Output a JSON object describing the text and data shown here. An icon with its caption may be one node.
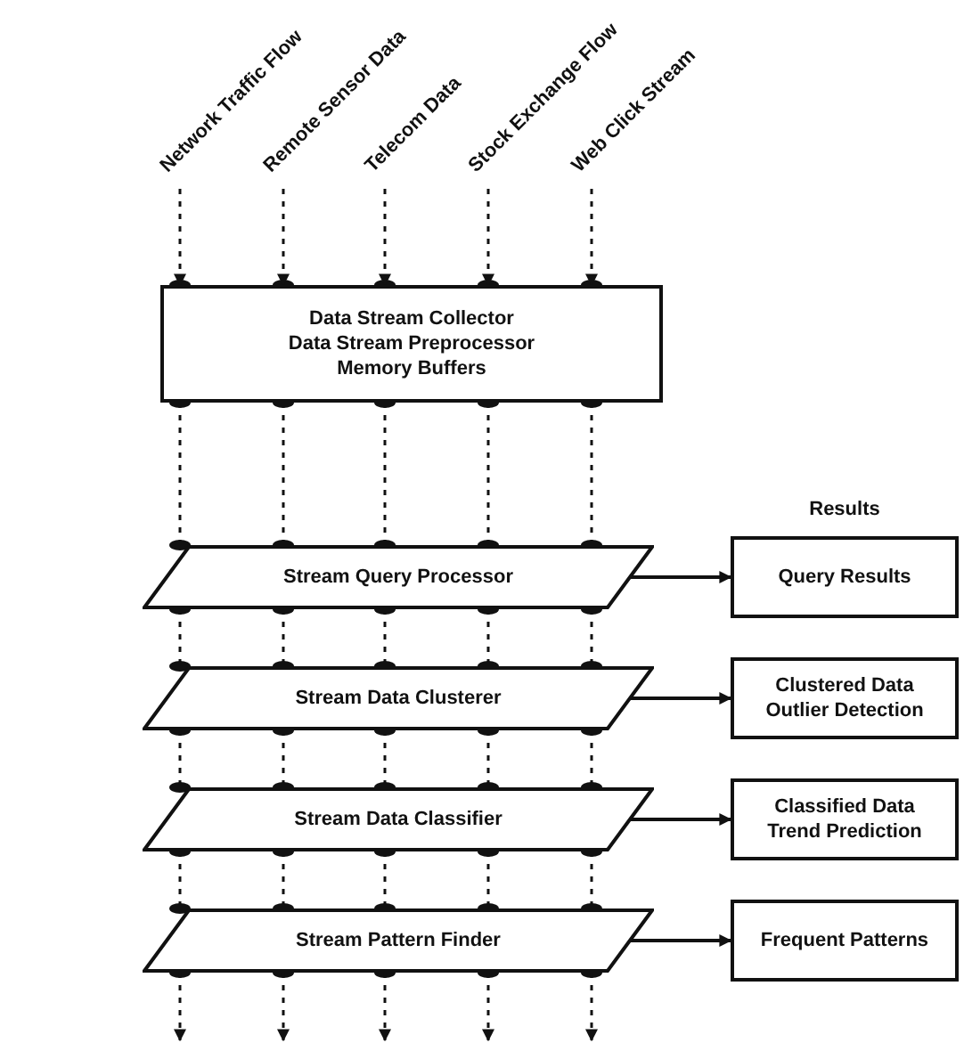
{
  "diagram": {
    "nodes": [
      {
        "text": [
          "Network Traffic Flow"
        ]
      },
      {
        "text": [
          "Remote Sensor Data"
        ]
      },
      {
        "text": [
          "Telecom Data"
        ]
      },
      {
        "text": [
          "Stock Exchange Flow"
        ]
      },
      {
        "text": [
          "Web Click Stream"
        ]
      },
      {
        "text": [
          "Data Stream Collector",
          "Data Stream Preprocessor",
          "Memory Buffers"
        ]
      },
      {
        "text": [
          "Stream Query Processor"
        ]
      },
      {
        "text": [
          "Stream Data Clusterer"
        ]
      },
      {
        "text": [
          "Stream Data Classifier"
        ]
      },
      {
        "text": [
          "Stream Pattern Finder"
        ]
      },
      {
        "text": [
          "Query Results"
        ]
      },
      {
        "text": [
          "Clustered Data",
          "Outlier Detection"
        ]
      },
      {
        "text": [
          "Classified Data",
          "Trend Prediction"
        ]
      },
      {
        "text": [
          "Frequent Patterns"
        ]
      }
    ],
    "edges": [
      {
        "from": 0,
        "to": 5,
        "arrow": "to",
        "style": "dashed"
      },
      {
        "from": 1,
        "to": 5,
        "arrow": "to",
        "style": "dashed"
      },
      {
        "from": 2,
        "to": 5,
        "arrow": "to",
        "style": "dashed"
      },
      {
        "from": 3,
        "to": 5,
        "arrow": "to",
        "style": "dashed"
      },
      {
        "from": 4,
        "to": 5,
        "arrow": "to",
        "style": "dashed"
      },
      {
        "from": 5,
        "to": 6,
        "arrow": "other",
        "style": "dashed"
      },
      {
        "from": 5,
        "to": 6,
        "arrow": "other",
        "style": "dashed"
      },
      {
        "from": 5,
        "to": 6,
        "arrow": "other",
        "style": "dashed"
      },
      {
        "from": 5,
        "to": 6,
        "arrow": "other",
        "style": "dashed"
      },
      {
        "from": 5,
        "to": 6,
        "arrow": "other",
        "style": "dashed"
      },
      {
        "from": 6,
        "to": 7,
        "arrow": "other",
        "style": "dashed"
      },
      {
        "from": 6,
        "to": 7,
        "arrow": "other",
        "style": "dashed"
      },
      {
        "from": 6,
        "to": 7,
        "arrow": "other",
        "style": "dashed"
      },
      {
        "from": 6,
        "to": 7,
        "arrow": "other",
        "style": "dashed"
      },
      {
        "from": 6,
        "to": 7,
        "arrow": "other",
        "style": "dashed"
      },
      {
        "from": 7,
        "to": 8,
        "arrow": "other",
        "style": "dashed"
      },
      {
        "from": 7,
        "to": 8,
        "arrow": "other",
        "style": "dashed"
      },
      {
        "from": 7,
        "to": 8,
        "arrow": "other",
        "style": "dashed"
      },
      {
        "from": 7,
        "to": 8,
        "arrow": "other",
        "style": "dashed"
      },
      {
        "from": 7,
        "to": 8,
        "arrow": "other",
        "style": "dashed"
      },
      {
        "from": 8,
        "to": 9,
        "arrow": "other",
        "style": "dashed"
      },
      {
        "from": 8,
        "to": 9,
        "arrow": "other",
        "style": "dashed"
      },
      {
        "from": 8,
        "to": 9,
        "arrow": "other",
        "style": "dashed"
      },
      {
        "from": 8,
        "to": 9,
        "arrow": "other",
        "style": "dashed"
      },
      {
        "from": 8,
        "to": 9,
        "arrow": "other",
        "style": "dashed"
      },
      {
        "from": 9,
        "to": null,
        "arrow": "to",
        "style": "dashed"
      },
      {
        "from": 9,
        "to": null,
        "arrow": "to",
        "style": "dashed"
      },
      {
        "from": 9,
        "to": null,
        "arrow": "to",
        "style": "dashed"
      },
      {
        "from": 9,
        "to": null,
        "arrow": "to",
        "style": "dashed"
      },
      {
        "from": 9,
        "to": null,
        "arrow": "to",
        "style": "dashed"
      },
      {
        "from": 6,
        "to": 10,
        "arrow": "to"
      },
      {
        "from": 7,
        "to": 11,
        "arrow": "to"
      },
      {
        "from": 8,
        "to": 12,
        "arrow": "to"
      },
      {
        "from": 9,
        "to": 13,
        "arrow": "to"
      }
    ],
    "labels": [
      "Results"
    ]
  }
}
